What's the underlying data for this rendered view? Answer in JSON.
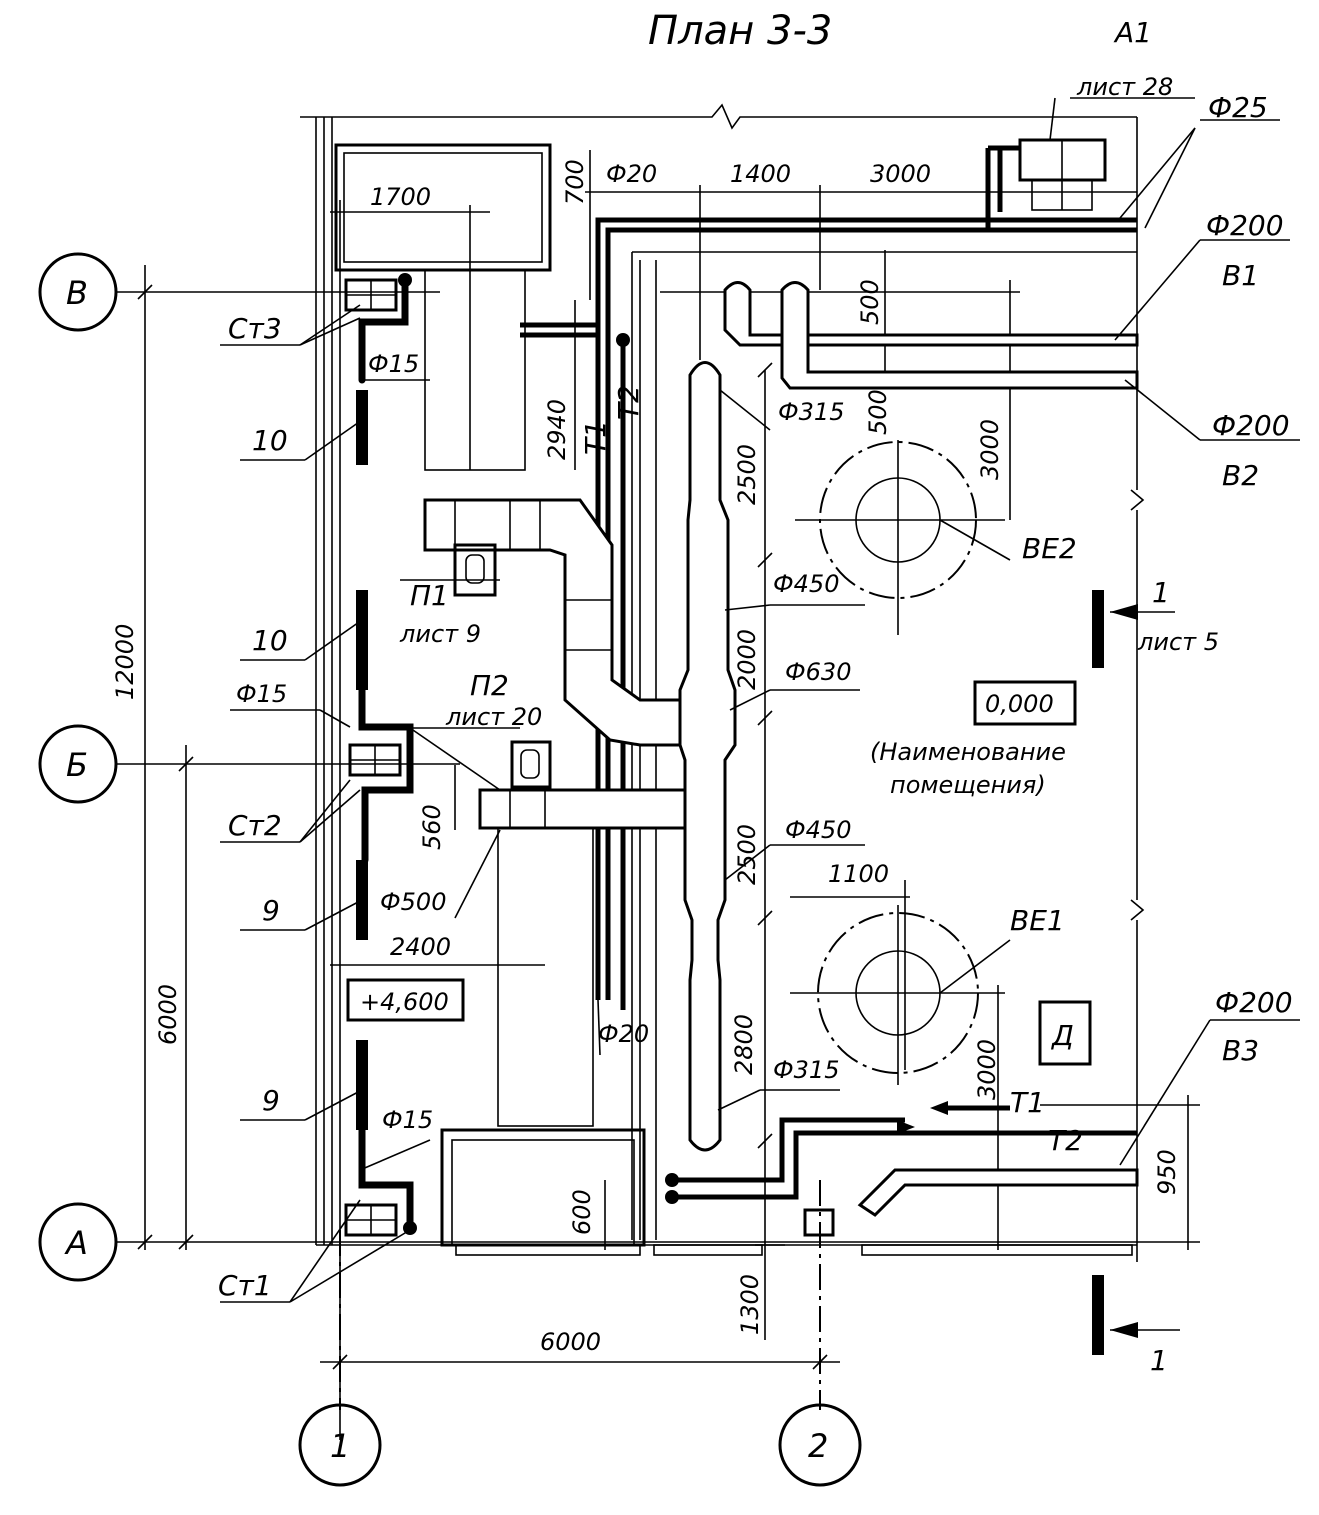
{
  "title": "План 3-3",
  "axes": {
    "row_v": "В",
    "row_b": "Б",
    "row_a": "А",
    "col_1": "1",
    "col_2": "2"
  },
  "risers": {
    "st1": "Ст1",
    "st2": "Ст2",
    "st3": "Ст3"
  },
  "radiators": {
    "r10a": "10",
    "r10b": "10",
    "r9a": "9",
    "r9b": "9"
  },
  "systems": {
    "p1": "П1",
    "p1_sheet": "лист 9",
    "p2": "П2",
    "p2_sheet": "лист 20",
    "a1": "А1",
    "a1_sheet": "лист 28",
    "be1": "ВЕ1",
    "be2": "ВЕ2",
    "v1": "В1",
    "v2": "В2",
    "v3": "В3",
    "t1_top": "Т1",
    "t2_top": "Т2",
    "t1_bot": "Т1",
    "t2_bot": "Т2",
    "d": "Д"
  },
  "section": {
    "mark_top": "1",
    "sheet": "лист 5",
    "mark_bottom": "1"
  },
  "levels": {
    "floor": "0,000",
    "upper": "+4,600"
  },
  "room": {
    "line1": "(Наименование",
    "line2": "помещения)"
  },
  "diameters": {
    "f25": "Ф25",
    "f20_top": "Ф20",
    "f200_v1": "Ф200",
    "f200_v2": "Ф200",
    "f200_v3": "Ф200",
    "f15_top": "Ф15",
    "f15_mid": "Ф15",
    "f15_bot": "Ф15",
    "f315_top": "Ф315",
    "f315_bot": "Ф315",
    "f450_top": "Ф450",
    "f450_bot": "Ф450",
    "f630": "Ф630",
    "f500": "Ф500",
    "f20_bot": "Ф20"
  },
  "dims": {
    "d12000": "12000",
    "d6000_v": "6000",
    "d6000_h": "6000",
    "d1700": "1700",
    "d700": "700",
    "d1400": "1400",
    "d3000_top": "3000",
    "d500_a": "500",
    "d500_b": "500",
    "d3000_r1": "3000",
    "d3000_r2": "3000",
    "d2940": "2940",
    "d2500_a": "2500",
    "d2000": "2000",
    "d2500_b": "2500",
    "d2800": "2800",
    "d560": "560",
    "d2400": "2400",
    "d1100": "1100",
    "d600": "600",
    "d1300": "1300",
    "d950": "950"
  }
}
